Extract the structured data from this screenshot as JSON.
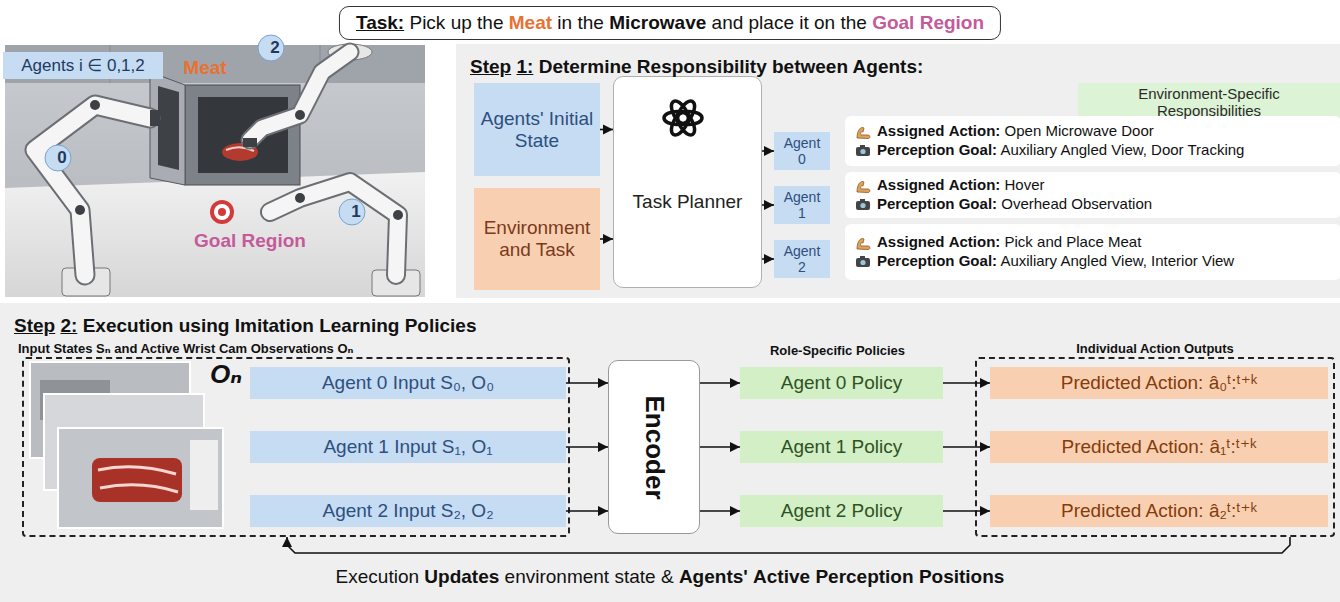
{
  "diagram": {
    "title": "Task: Pick up the Meat in the Microwave and place it on the Goal Region",
    "nodes": [
      {
        "text": [
          "Agents i ∈ 0,1,2"
        ]
      },
      {
        "text": [
          "0"
        ]
      },
      {
        "text": [
          "2"
        ]
      },
      {
        "text": [
          "1"
        ]
      },
      {
        "text": [
          "Step 1: Determine Responsibility between Agents:"
        ]
      },
      {
        "text": [
          "Environment-Specific Responsibilities"
        ],
        "in": 4
      },
      {
        "text": [
          "Agents' Initial State"
        ],
        "in": 4
      },
      {
        "text": [
          "Environment and Task"
        ],
        "in": 4
      },
      {
        "text": [
          "Task Planner"
        ],
        "in": 4
      },
      {
        "text": [
          "Agent 0"
        ],
        "in": 4
      },
      {
        "text": [
          "Assigned Action: Open Microwave Door",
          "Perception Goal: Auxiliary Angled View, Door Tracking"
        ],
        "in": 4
      },
      {
        "text": [
          "Agent 1"
        ],
        "in": 4
      },
      {
        "text": [
          "Assigned Action: Hover",
          "Perception Goal: Overhead Observation"
        ],
        "in": 4
      },
      {
        "text": [
          "Agent 2"
        ],
        "in": 4
      },
      {
        "text": [
          "Assigned Action: Pick and Place Meat",
          "Perception Goal: Auxiliary Angled View, Interior View"
        ],
        "in": 4
      },
      {
        "text": [
          "Step 2: Execution using Imitation Learning Policies"
        ]
      },
      {
        "text": [
          "Input States Sₙ and Active Wrist Cam Observations Oₙ",
          "Oₙ"
        ],
        "in": 15
      },
      {
        "text": [
          "Agent 0 Input S₀, O₀"
        ],
        "in": 16
      },
      {
        "text": [
          "Agent 1 Input S₁, O₁"
        ],
        "in": 16
      },
      {
        "text": [
          "Agent 2 Input S₂, O₂"
        ],
        "in": 16
      },
      {
        "text": [
          "Encoder"
        ],
        "in": 15
      },
      {
        "text": [
          "Agent 0 Policy"
        ],
        "in": 15
      },
      {
        "text": [
          "Agent 1 Policy"
        ],
        "in": 15
      },
      {
        "text": [
          "Agent 2 Policy"
        ],
        "in": 15
      },
      {
        "text": [
          "Individual Action Outputs"
        ],
        "in": 15
      },
      {
        "text": [
          "Predicted Action: â₀ᵗ:ᵗ⁺ᵏ"
        ],
        "in": 24
      },
      {
        "text": [
          "Predicted Action: â₁ᵗ:ᵗ⁺ᵏ"
        ],
        "in": 24
      },
      {
        "text": [
          "Predicted Action: â₂ᵗ:ᵗ⁺ᵏ"
        ],
        "in": 24
      }
    ],
    "edges": [
      {
        "from": 6,
        "to": 8,
        "arrow": "to"
      },
      {
        "from": 7,
        "to": 8,
        "arrow": "to"
      },
      {
        "from": 8,
        "to": 9,
        "arrow": "to"
      },
      {
        "from": 8,
        "to": 11,
        "arrow": "to"
      },
      {
        "from": 8,
        "to": 13,
        "arrow": "to"
      },
      {
        "from": 17,
        "to": 20,
        "arrow": "to"
      },
      {
        "from": 18,
        "to": 20,
        "arrow": "to"
      },
      {
        "from": 19,
        "to": 20,
        "arrow": "to"
      },
      {
        "from": 20,
        "to": 21,
        "arrow": "to"
      },
      {
        "from": 20,
        "to": 22,
        "arrow": "to"
      },
      {
        "from": 20,
        "to": 23,
        "arrow": "to"
      },
      {
        "from": 21,
        "to": 25,
        "arrow": "to"
      },
      {
        "from": 22,
        "to": 26,
        "arrow": "to"
      },
      {
        "from": 23,
        "to": 27,
        "arrow": "to"
      },
      {
        "from": 24,
        "to": 16,
        "arrow": "to"
      }
    ],
    "labels": [
      "Meat",
      "Goal Region",
      "Role-Specific Policies",
      "Execution Updates environment state & Agents' Active Perception Positions"
    ]
  }
}
